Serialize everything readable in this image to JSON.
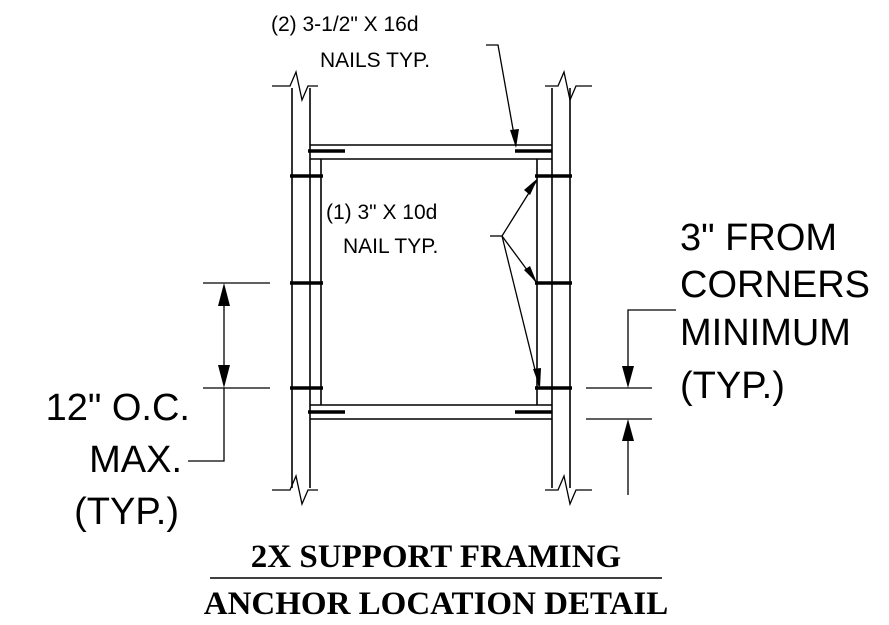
{
  "notes": {
    "nails_16d": {
      "line1": "(2) 3-1/2\" X 16d",
      "line2": "NAILS TYP."
    },
    "nail_10d": {
      "line1": "(1) 3\" X 10d",
      "line2": "NAIL TYP."
    },
    "corner_min": {
      "line1": "3\" FROM",
      "line2": "CORNERS",
      "line3": "MINIMUM",
      "line4": "(TYP.)"
    },
    "spacing": {
      "line1": "12\" O.C.",
      "line2": "MAX.",
      "line3": "(TYP.)"
    }
  },
  "title": {
    "line1": "2X SUPPORT FRAMING",
    "line2": "ANCHOR LOCATION DETAIL"
  }
}
